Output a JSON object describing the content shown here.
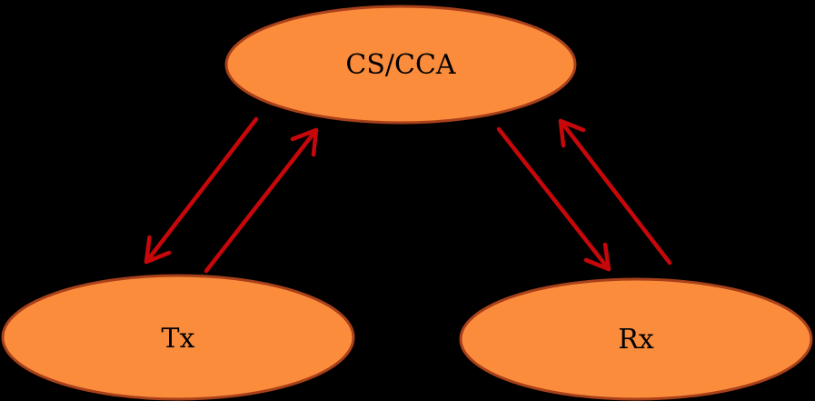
{
  "colors": {
    "background": "#000000",
    "node_fill": "#fb8c3c",
    "node_stroke": "#a8401a",
    "arrow": "#c8070b"
  },
  "nodes": {
    "cs_cca": {
      "label": "CS/CCA"
    },
    "tx": {
      "label": "Tx"
    },
    "rx": {
      "label": "Rx"
    }
  },
  "edges": [
    {
      "from": "cs_cca",
      "to": "tx"
    },
    {
      "from": "tx",
      "to": "cs_cca"
    },
    {
      "from": "cs_cca",
      "to": "rx"
    },
    {
      "from": "rx",
      "to": "cs_cca"
    }
  ]
}
